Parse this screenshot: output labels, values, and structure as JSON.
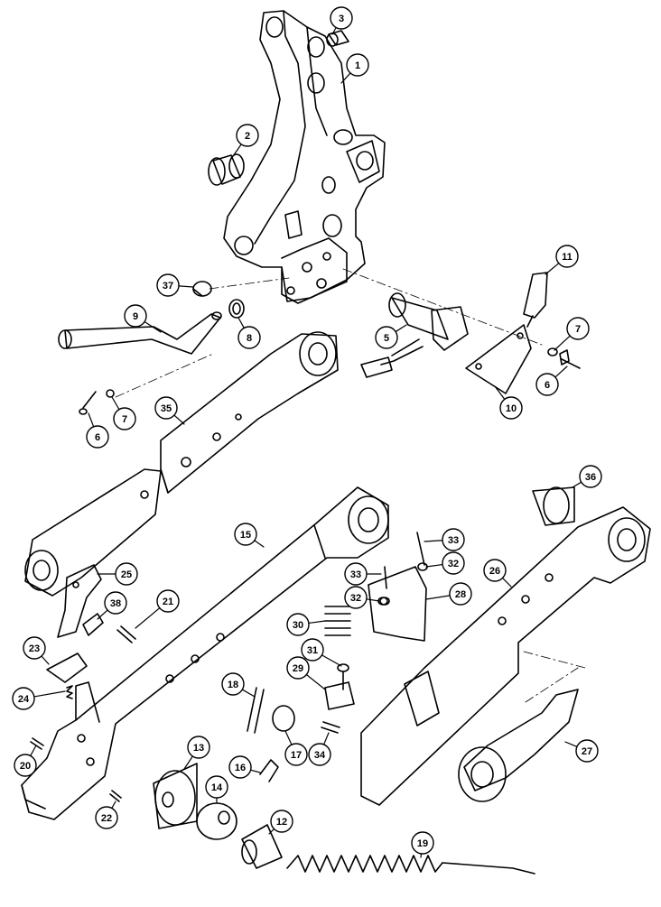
{
  "diagram": {
    "callouts": [
      {
        "id": "c1",
        "label": "1"
      },
      {
        "id": "c2",
        "label": "2"
      },
      {
        "id": "c3",
        "label": "3"
      },
      {
        "id": "c5",
        "label": "5"
      },
      {
        "id": "c6a",
        "label": "6"
      },
      {
        "id": "c6b",
        "label": "6"
      },
      {
        "id": "c7a",
        "label": "7"
      },
      {
        "id": "c7b",
        "label": "7"
      },
      {
        "id": "c8",
        "label": "8"
      },
      {
        "id": "c9",
        "label": "9"
      },
      {
        "id": "c10",
        "label": "10"
      },
      {
        "id": "c11",
        "label": "11"
      },
      {
        "id": "c12",
        "label": "12"
      },
      {
        "id": "c13",
        "label": "13"
      },
      {
        "id": "c14",
        "label": "14"
      },
      {
        "id": "c15",
        "label": "15"
      },
      {
        "id": "c16",
        "label": "16"
      },
      {
        "id": "c17",
        "label": "17"
      },
      {
        "id": "c18",
        "label": "18"
      },
      {
        "id": "c19",
        "label": "19"
      },
      {
        "id": "c20",
        "label": "20"
      },
      {
        "id": "c21",
        "label": "21"
      },
      {
        "id": "c22",
        "label": "22"
      },
      {
        "id": "c23",
        "label": "23"
      },
      {
        "id": "c24",
        "label": "24"
      },
      {
        "id": "c25",
        "label": "25"
      },
      {
        "id": "c26",
        "label": "26"
      },
      {
        "id": "c27",
        "label": "27"
      },
      {
        "id": "c28",
        "label": "28"
      },
      {
        "id": "c29",
        "label": "29"
      },
      {
        "id": "c30",
        "label": "30"
      },
      {
        "id": "c31",
        "label": "31"
      },
      {
        "id": "c32a",
        "label": "32"
      },
      {
        "id": "c32b",
        "label": "32"
      },
      {
        "id": "c33a",
        "label": "33"
      },
      {
        "id": "c33b",
        "label": "33"
      },
      {
        "id": "c34",
        "label": "34"
      },
      {
        "id": "c35",
        "label": "35"
      },
      {
        "id": "c36",
        "label": "36"
      },
      {
        "id": "c37",
        "label": "37"
      },
      {
        "id": "c38",
        "label": "38"
      }
    ]
  }
}
